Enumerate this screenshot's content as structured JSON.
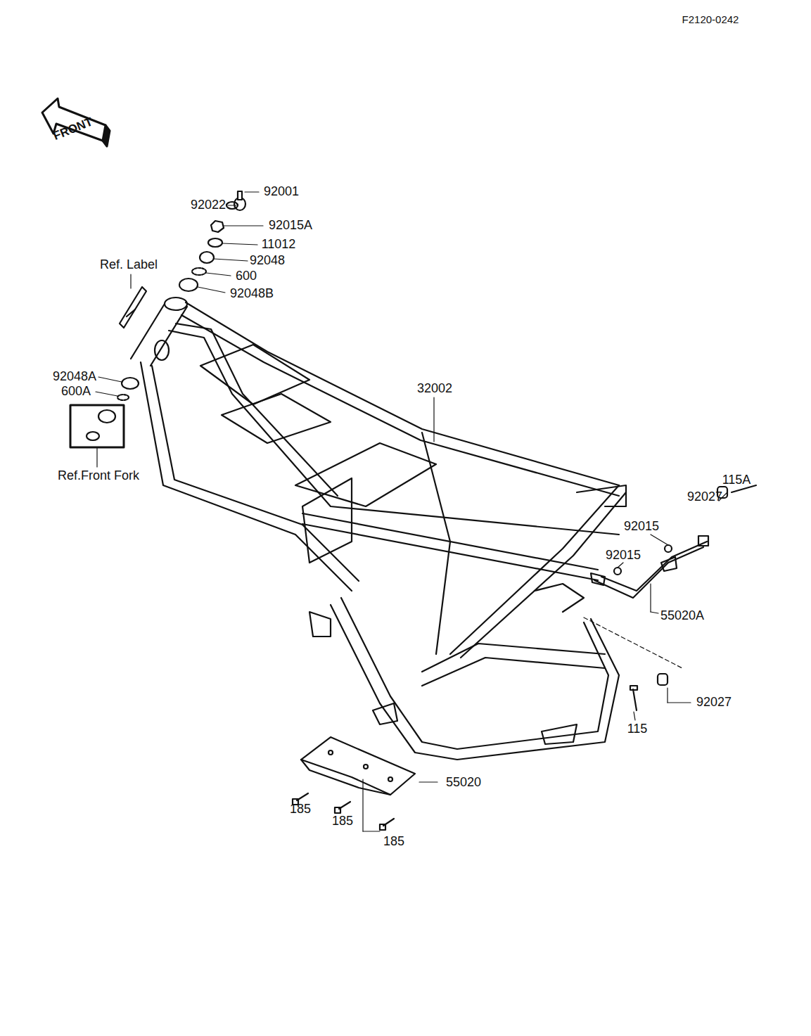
{
  "diagram": {
    "labels": [
      "F2120-0242",
      "FRONT",
      "92001",
      "92022",
      "92015A",
      "11012",
      "92048",
      "600",
      "92048B",
      "Ref. Label",
      "92048A",
      "600A",
      "Ref.Front Fork",
      "32002",
      "115A",
      "92027",
      "92015",
      "92015",
      "55020A",
      "92027",
      "115",
      "185",
      "185",
      "185",
      "55020"
    ]
  }
}
